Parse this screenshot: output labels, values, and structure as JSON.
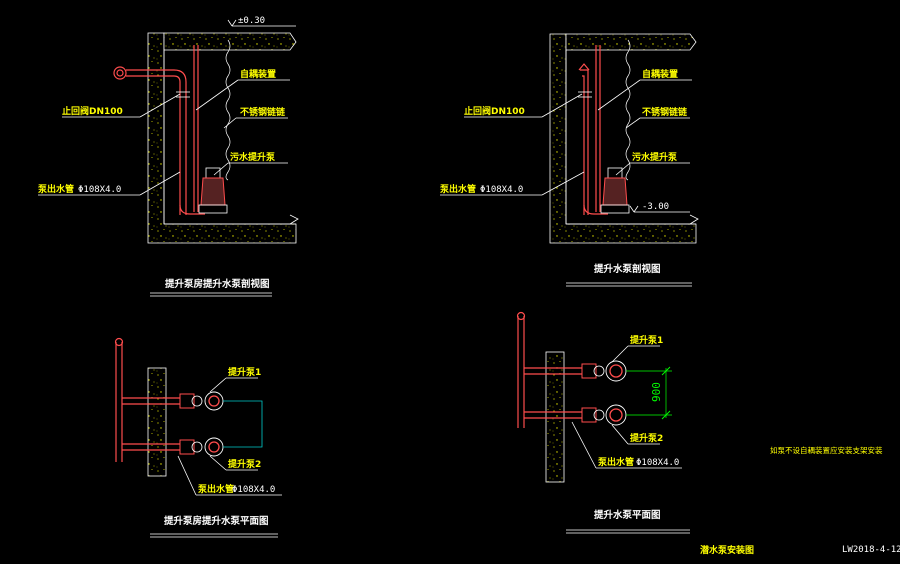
{
  "drawing": {
    "colors": {
      "background": "#000000",
      "label_yellow": "#ffff00",
      "line_white": "#ffffff",
      "pipe_red": "#ff4d4d",
      "dimension_green": "#00ff00",
      "link_cyan": "#00cccc",
      "hatch_speckle": "#e6e600"
    },
    "left_section": {
      "level_top": "±0.30",
      "label_coupling": "自耦装置",
      "label_chain": "不锈钢链链",
      "label_check_valve": "止回阀DN100",
      "label_pump": "污水提升泵",
      "label_outlet_pipe": "泵出水管",
      "label_pipe_spec": "Φ108X4.0",
      "title": "提升泵房提升水泵剖视图"
    },
    "right_section": {
      "label_coupling": "自耦装置",
      "label_chain": "不锈钢链链",
      "label_check_valve": "止回阀DN100",
      "label_pump": "污水提升泵",
      "label_outlet_pipe": "泵出水管",
      "label_pipe_spec": "Φ108X4.0",
      "level_bottom": "-3.00",
      "title": "提升水泵剖视图"
    },
    "left_plan": {
      "label_pump1": "提升泵1",
      "label_pump2": "提升泵2",
      "label_outlet_pipe": "泵出水管",
      "label_pipe_spec": "Φ108X4.0",
      "title": "提升泵房提升水泵平面图"
    },
    "right_plan": {
      "label_pump1": "提升泵1",
      "label_pump2": "提升泵2",
      "label_outlet_pipe": "泵出水管",
      "label_pipe_spec": "Φ108X4.0",
      "dimension": "900",
      "title": "提升水泵平面图"
    },
    "note": "如泵不设自耦装置应安装支架安装",
    "sheet_title": "潜水泵安装图",
    "drawing_code": "LW2018-4-12"
  }
}
